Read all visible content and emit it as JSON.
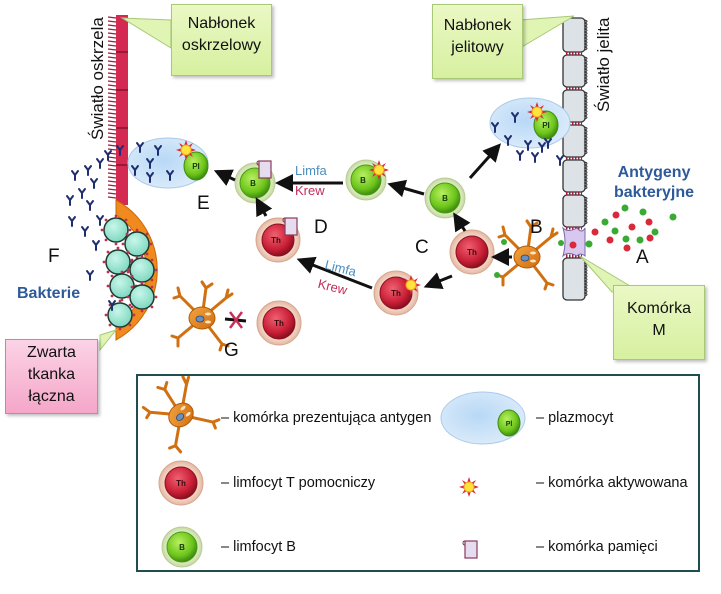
{
  "title_labels": {
    "lumen_bronchus": "Światło oskrzela",
    "lumen_intestine": "Światło jelita",
    "bacteria": "Bakterie",
    "bacterial_antigens_line1": "Antygeny",
    "bacterial_antigens_line2": "bakteryjne"
  },
  "callouts": {
    "bronchial_epithelium": [
      "Nabłonek",
      "oskrzelowy"
    ],
    "intestinal_epithelium": [
      "Nabłonek",
      "jelitowy"
    ],
    "m_cell": [
      "Komórka",
      "M"
    ],
    "dense_connective_tissue": [
      "Zwarta",
      "tkanka",
      "łączna"
    ]
  },
  "step_letters": {
    "A": "A",
    "B": "B",
    "C": "C",
    "D": "D",
    "E": "E",
    "F": "F",
    "G": "G"
  },
  "route_labels": {
    "upper": {
      "lymph": "Limfa",
      "blood": "Krew"
    },
    "lower": {
      "lymph": "Limfa",
      "blood": "Krew"
    }
  },
  "cell_labels": {
    "th": "Th",
    "b": "B",
    "pl": "Pl"
  },
  "legend": {
    "items": [
      {
        "icon": "antigen-presenting-cell-icon",
        "text": "–  komórka prezentująca antygen"
      },
      {
        "icon": "helper-t-cell-icon",
        "text": "–  limfocyt T pomocniczy"
      },
      {
        "icon": "b-cell-icon",
        "text": "–  limfocyt B"
      },
      {
        "icon": "plasma-cell-icon",
        "text": "– plazmocyt"
      },
      {
        "icon": "activated-cell-icon",
        "text": "– komórka aktywowana"
      },
      {
        "icon": "memory-cell-icon",
        "text": "– komórka pamięci"
      }
    ]
  },
  "colors": {
    "bronchial_epithelium": "#d42a52",
    "connective_tissue": "#f08a1e",
    "bacteria_fill": "#9fe6d2",
    "antibody": "#1e2e70",
    "b_cell": "#7ed321",
    "th_cell": "#c8203a",
    "plasma_cell_body": "#cfe3f6",
    "antigen_red": "#d82a3a",
    "antigen_green": "#3aaa35",
    "m_cell": "#d8c8f0",
    "blue_label": "#2e5a9a",
    "lymph_label": "#4a8ec0",
    "blood_label": "#c0305a",
    "legend_border": "#1f4e4e"
  }
}
